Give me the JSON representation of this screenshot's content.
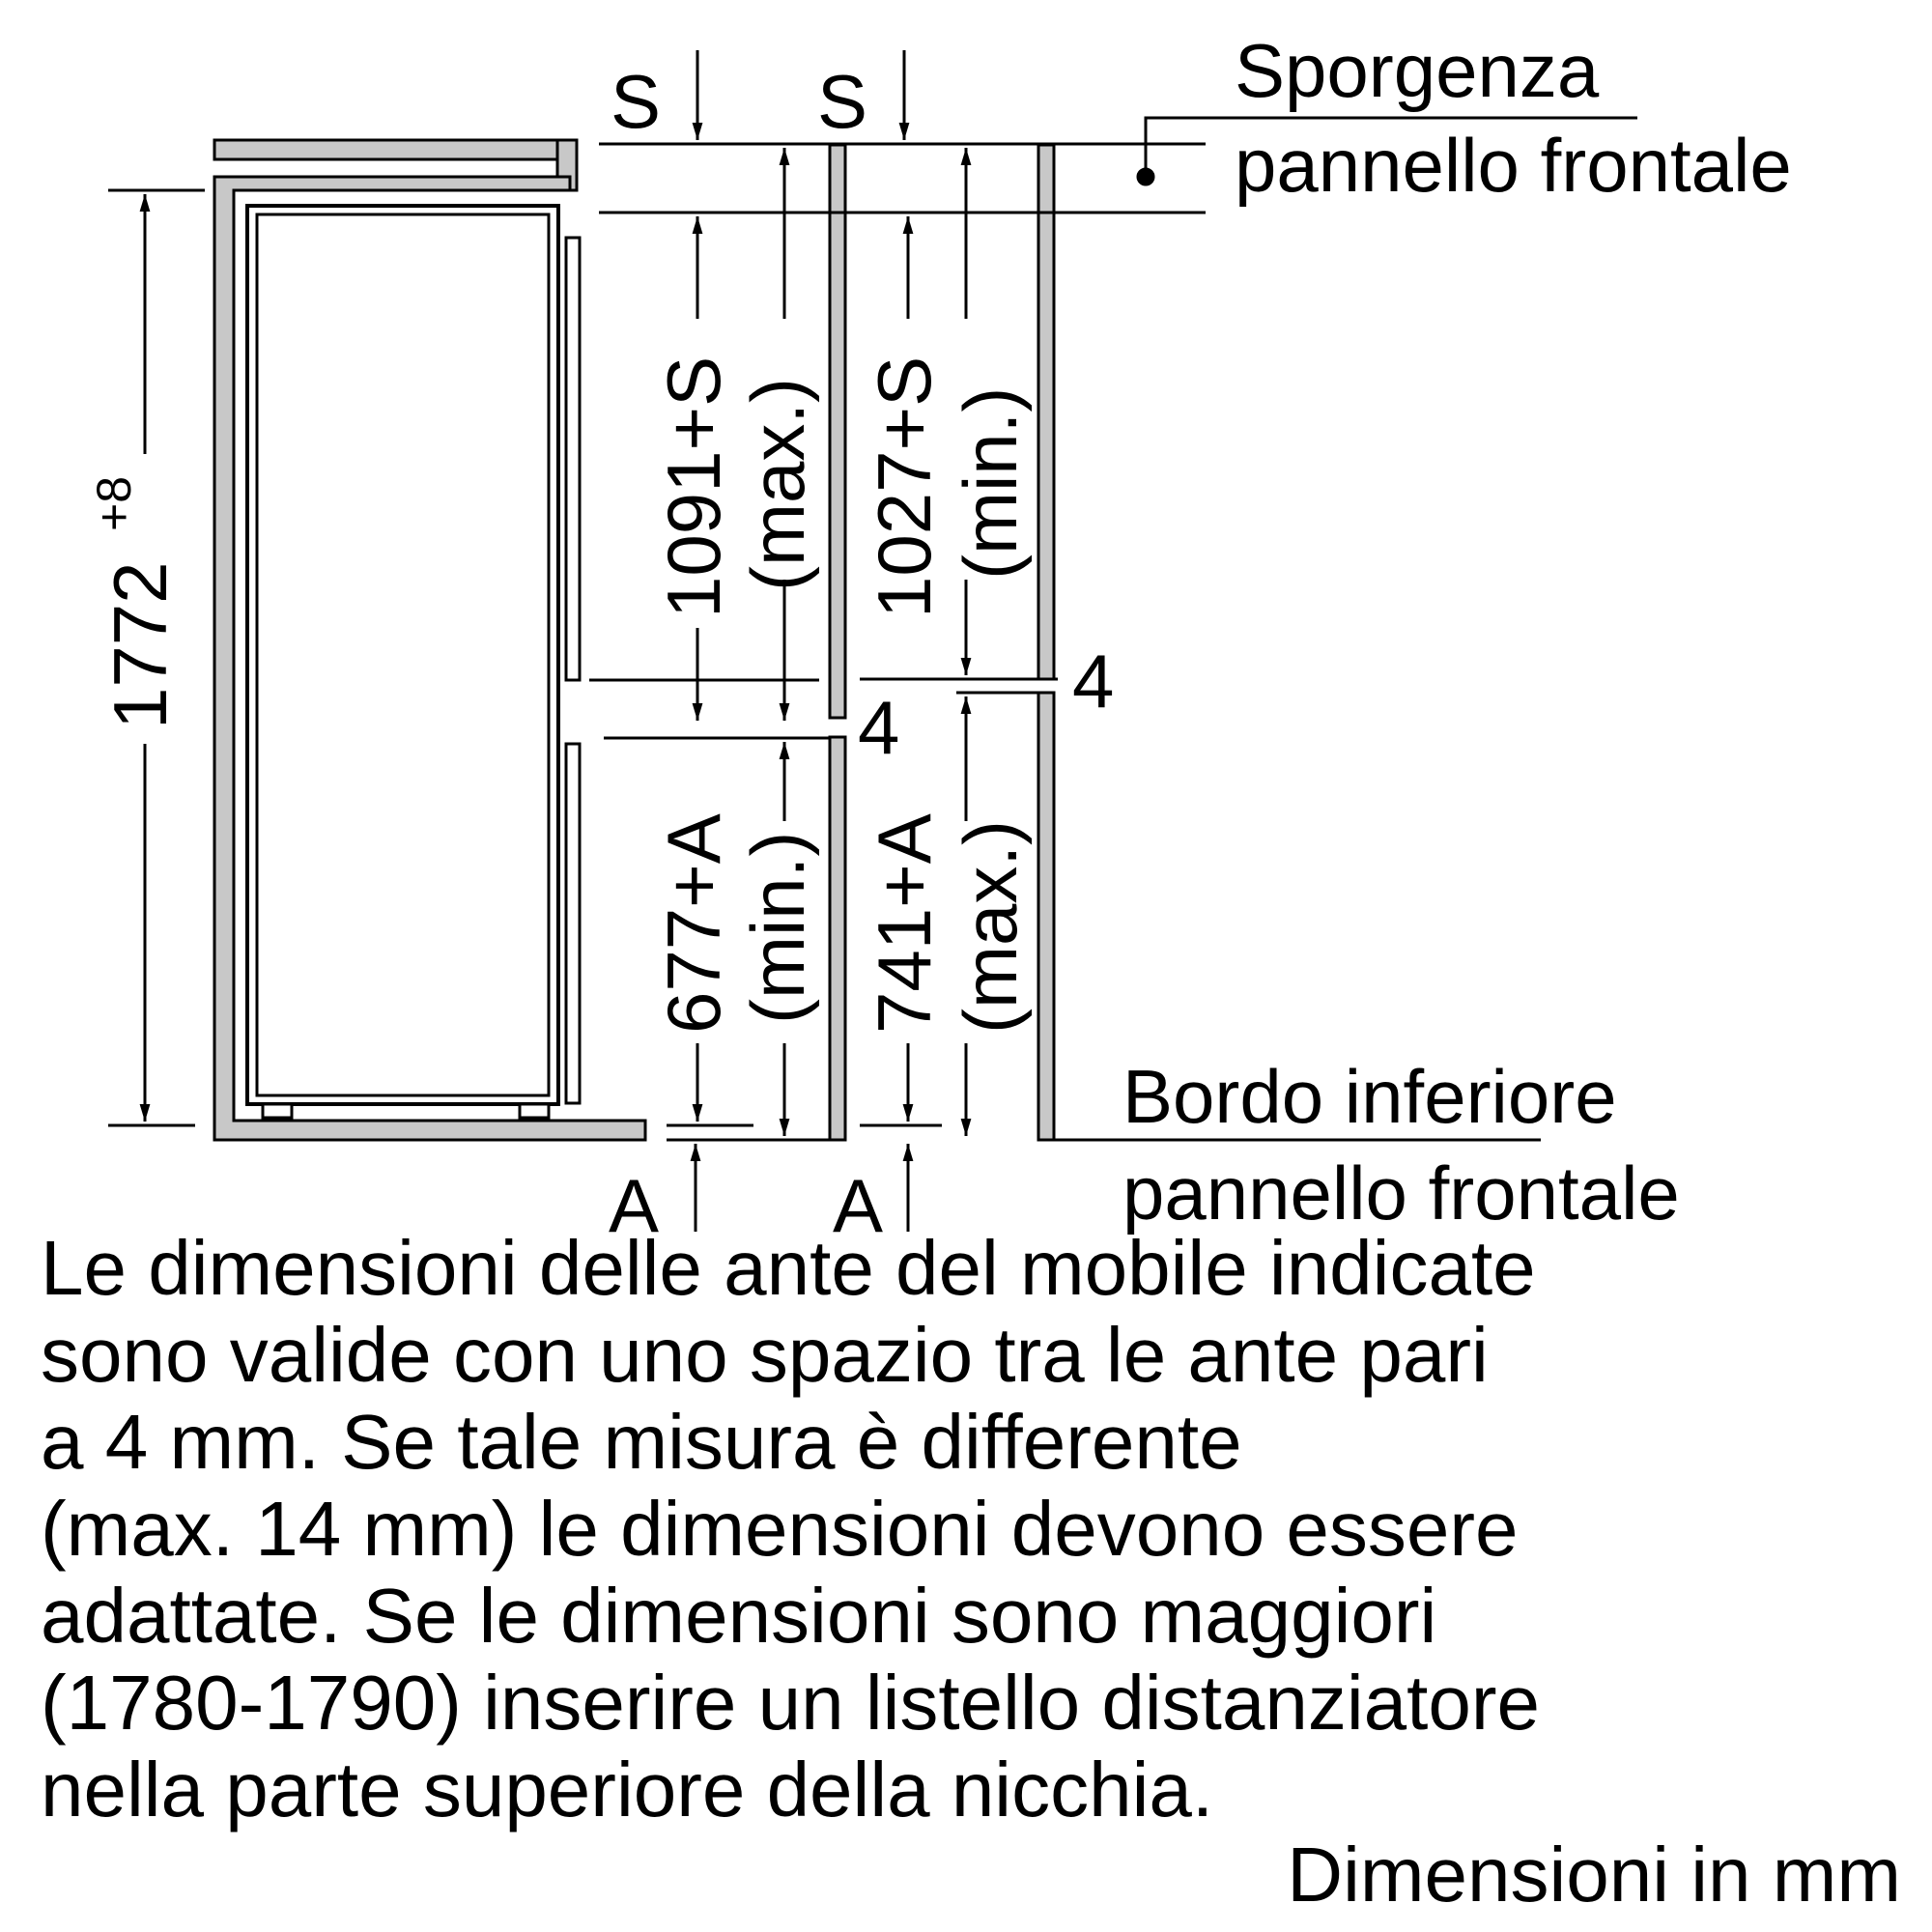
{
  "diagram": {
    "labels": {
      "s_left": "S",
      "s_right": "S",
      "a_left": "A",
      "a_right": "A",
      "overhang_line1": "Sporgenza",
      "overhang_line2": "pannello frontale",
      "bottom_edge_line1": "Bordo inferiore",
      "bottom_edge_line2": "pannello frontale",
      "niche_height": "1772",
      "niche_tolerance": "+8",
      "upper_door_max": "1091+S",
      "upper_door_max_qualifier": "(max.)",
      "upper_door_min": "1027+S",
      "upper_door_min_qualifier": "(min.)",
      "lower_door_min": "677+A",
      "lower_door_min_qualifier": "(min.)",
      "lower_door_max": "741+A",
      "lower_door_max_qualifier": "(max.)",
      "gap_left": "4",
      "gap_right": "4"
    }
  },
  "note": {
    "lines": [
      "Le dimensioni delle ante del mobile indicate",
      "sono valide con uno spazio tra le ante pari",
      "a 4 mm. Se tale misura è differente",
      "(max. 14 mm) le dimensioni devono essere",
      "adattate. Se le dimensioni sono maggiori",
      "(1780-1790) inserire un listello distanziatore",
      "nella parte superiore della nicchia."
    ]
  },
  "units": "Dimensioni in mm"
}
